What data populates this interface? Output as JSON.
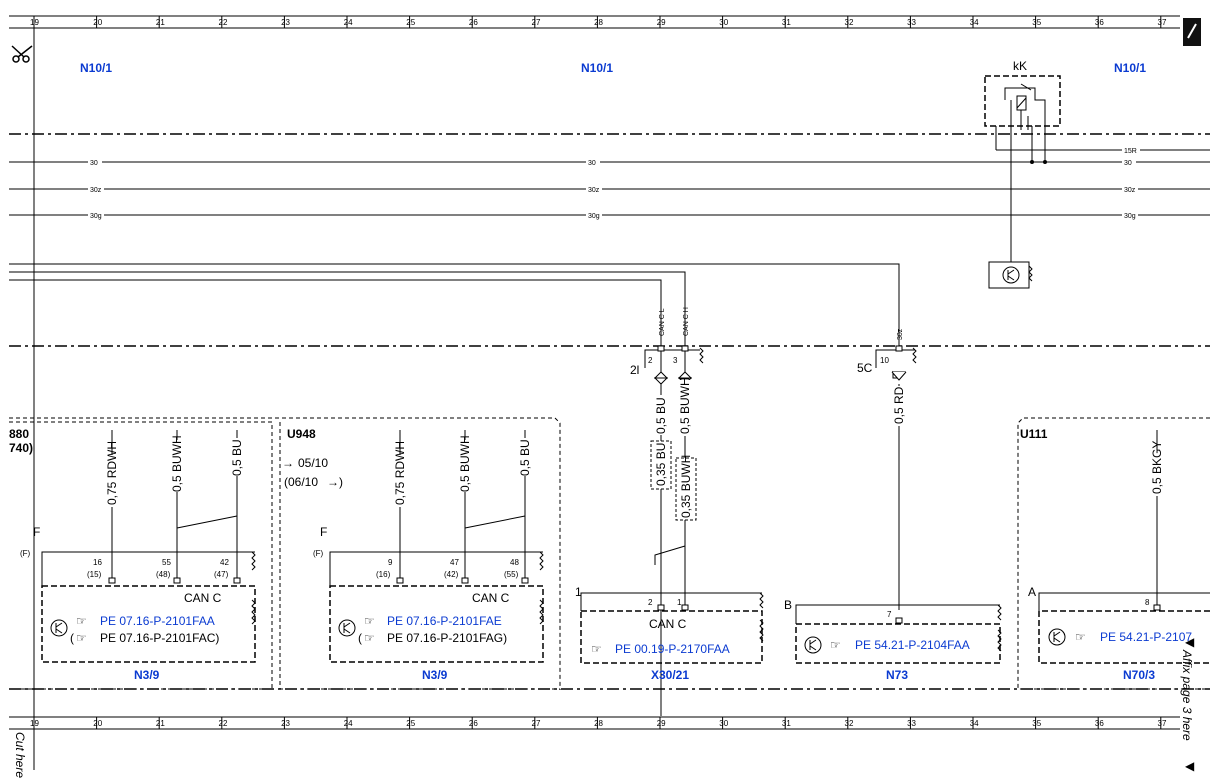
{
  "ruler": {
    "numbers": [
      "19",
      "20",
      "21",
      "22",
      "23",
      "24",
      "25",
      "26",
      "27",
      "28",
      "29",
      "30",
      "31",
      "32",
      "33",
      "34",
      "35",
      "36",
      "37"
    ]
  },
  "header": {
    "refs": [
      "N10/1",
      "N10/1",
      "N10/1"
    ],
    "relay_label": "kK"
  },
  "bus_lines": {
    "labels": [
      "30",
      "30z",
      "30g"
    ],
    "right_labels": [
      "15R",
      "30",
      "30z",
      "30g"
    ]
  },
  "connector_top": {
    "can_l": "CAN C L",
    "can_h": "CAN C H",
    "v30z": "30z",
    "pin_left_label": "2l",
    "pin_right_label": "5C",
    "pins": [
      "2",
      "3",
      "10"
    ]
  },
  "wires": {
    "left_group": [
      "0,75 RDWH",
      "0,5 BUWH",
      "0,5 BU"
    ],
    "middle_group": [
      "0,75 RDWH",
      "0,5 BUWH",
      "0,5 BU"
    ],
    "can_top": [
      "0,5 BU",
      "0,5 BUWH"
    ],
    "can_bottom": [
      "0,35 BU",
      "0,35 BUWH"
    ],
    "n73": "0,5 RD",
    "n70": "0,5 BKGY"
  },
  "modules": [
    {
      "ref": "N3/9",
      "variant_left_top": "880",
      "variant_left_bot": "740)",
      "connector_letter": "F",
      "connector_letter_alt": "(F)",
      "pins": [
        "16",
        "55",
        "42"
      ],
      "pins_alt": [
        "(15)",
        "(48)",
        "(47)"
      ],
      "bus": "CAN C",
      "links": [
        "PE 07.16-P-2101FAA",
        "PE 07.16-P-2101FAC)"
      ],
      "link_prefix_2": "("
    },
    {
      "ref": "N3/9",
      "code": "U948",
      "date_from": "05/10",
      "date_to": "(06/10",
      "connector_letter": "F",
      "connector_letter_alt": "(F)",
      "pins": [
        "9",
        "47",
        "48"
      ],
      "pins_alt": [
        "(16)",
        "(42)",
        "(55)"
      ],
      "bus": "CAN C",
      "links": [
        "PE 07.16-P-2101FAE",
        "PE 07.16-P-2101FAG)"
      ],
      "link_prefix_2": "("
    },
    {
      "ref": "X30/21",
      "connector_letter": "1",
      "pins": [
        "2",
        "1"
      ],
      "bus": "CAN C",
      "links": [
        "PE 00.19-P-2170FAA"
      ]
    },
    {
      "ref": "N73",
      "connector_letter": "B",
      "pins": [
        "7"
      ],
      "links": [
        "PE 54.21-P-2104FAA"
      ]
    },
    {
      "ref": "N70/3",
      "code": "U111",
      "connector_letter": "A",
      "pins": [
        "8"
      ],
      "links": [
        "PE 54.21-P-2107"
      ]
    }
  ],
  "margins": {
    "cut_here": "Cut here",
    "affix": "Affix page 3 here"
  },
  "colors": {
    "reference_blue": "#0b3bd1",
    "line": "#000000"
  }
}
